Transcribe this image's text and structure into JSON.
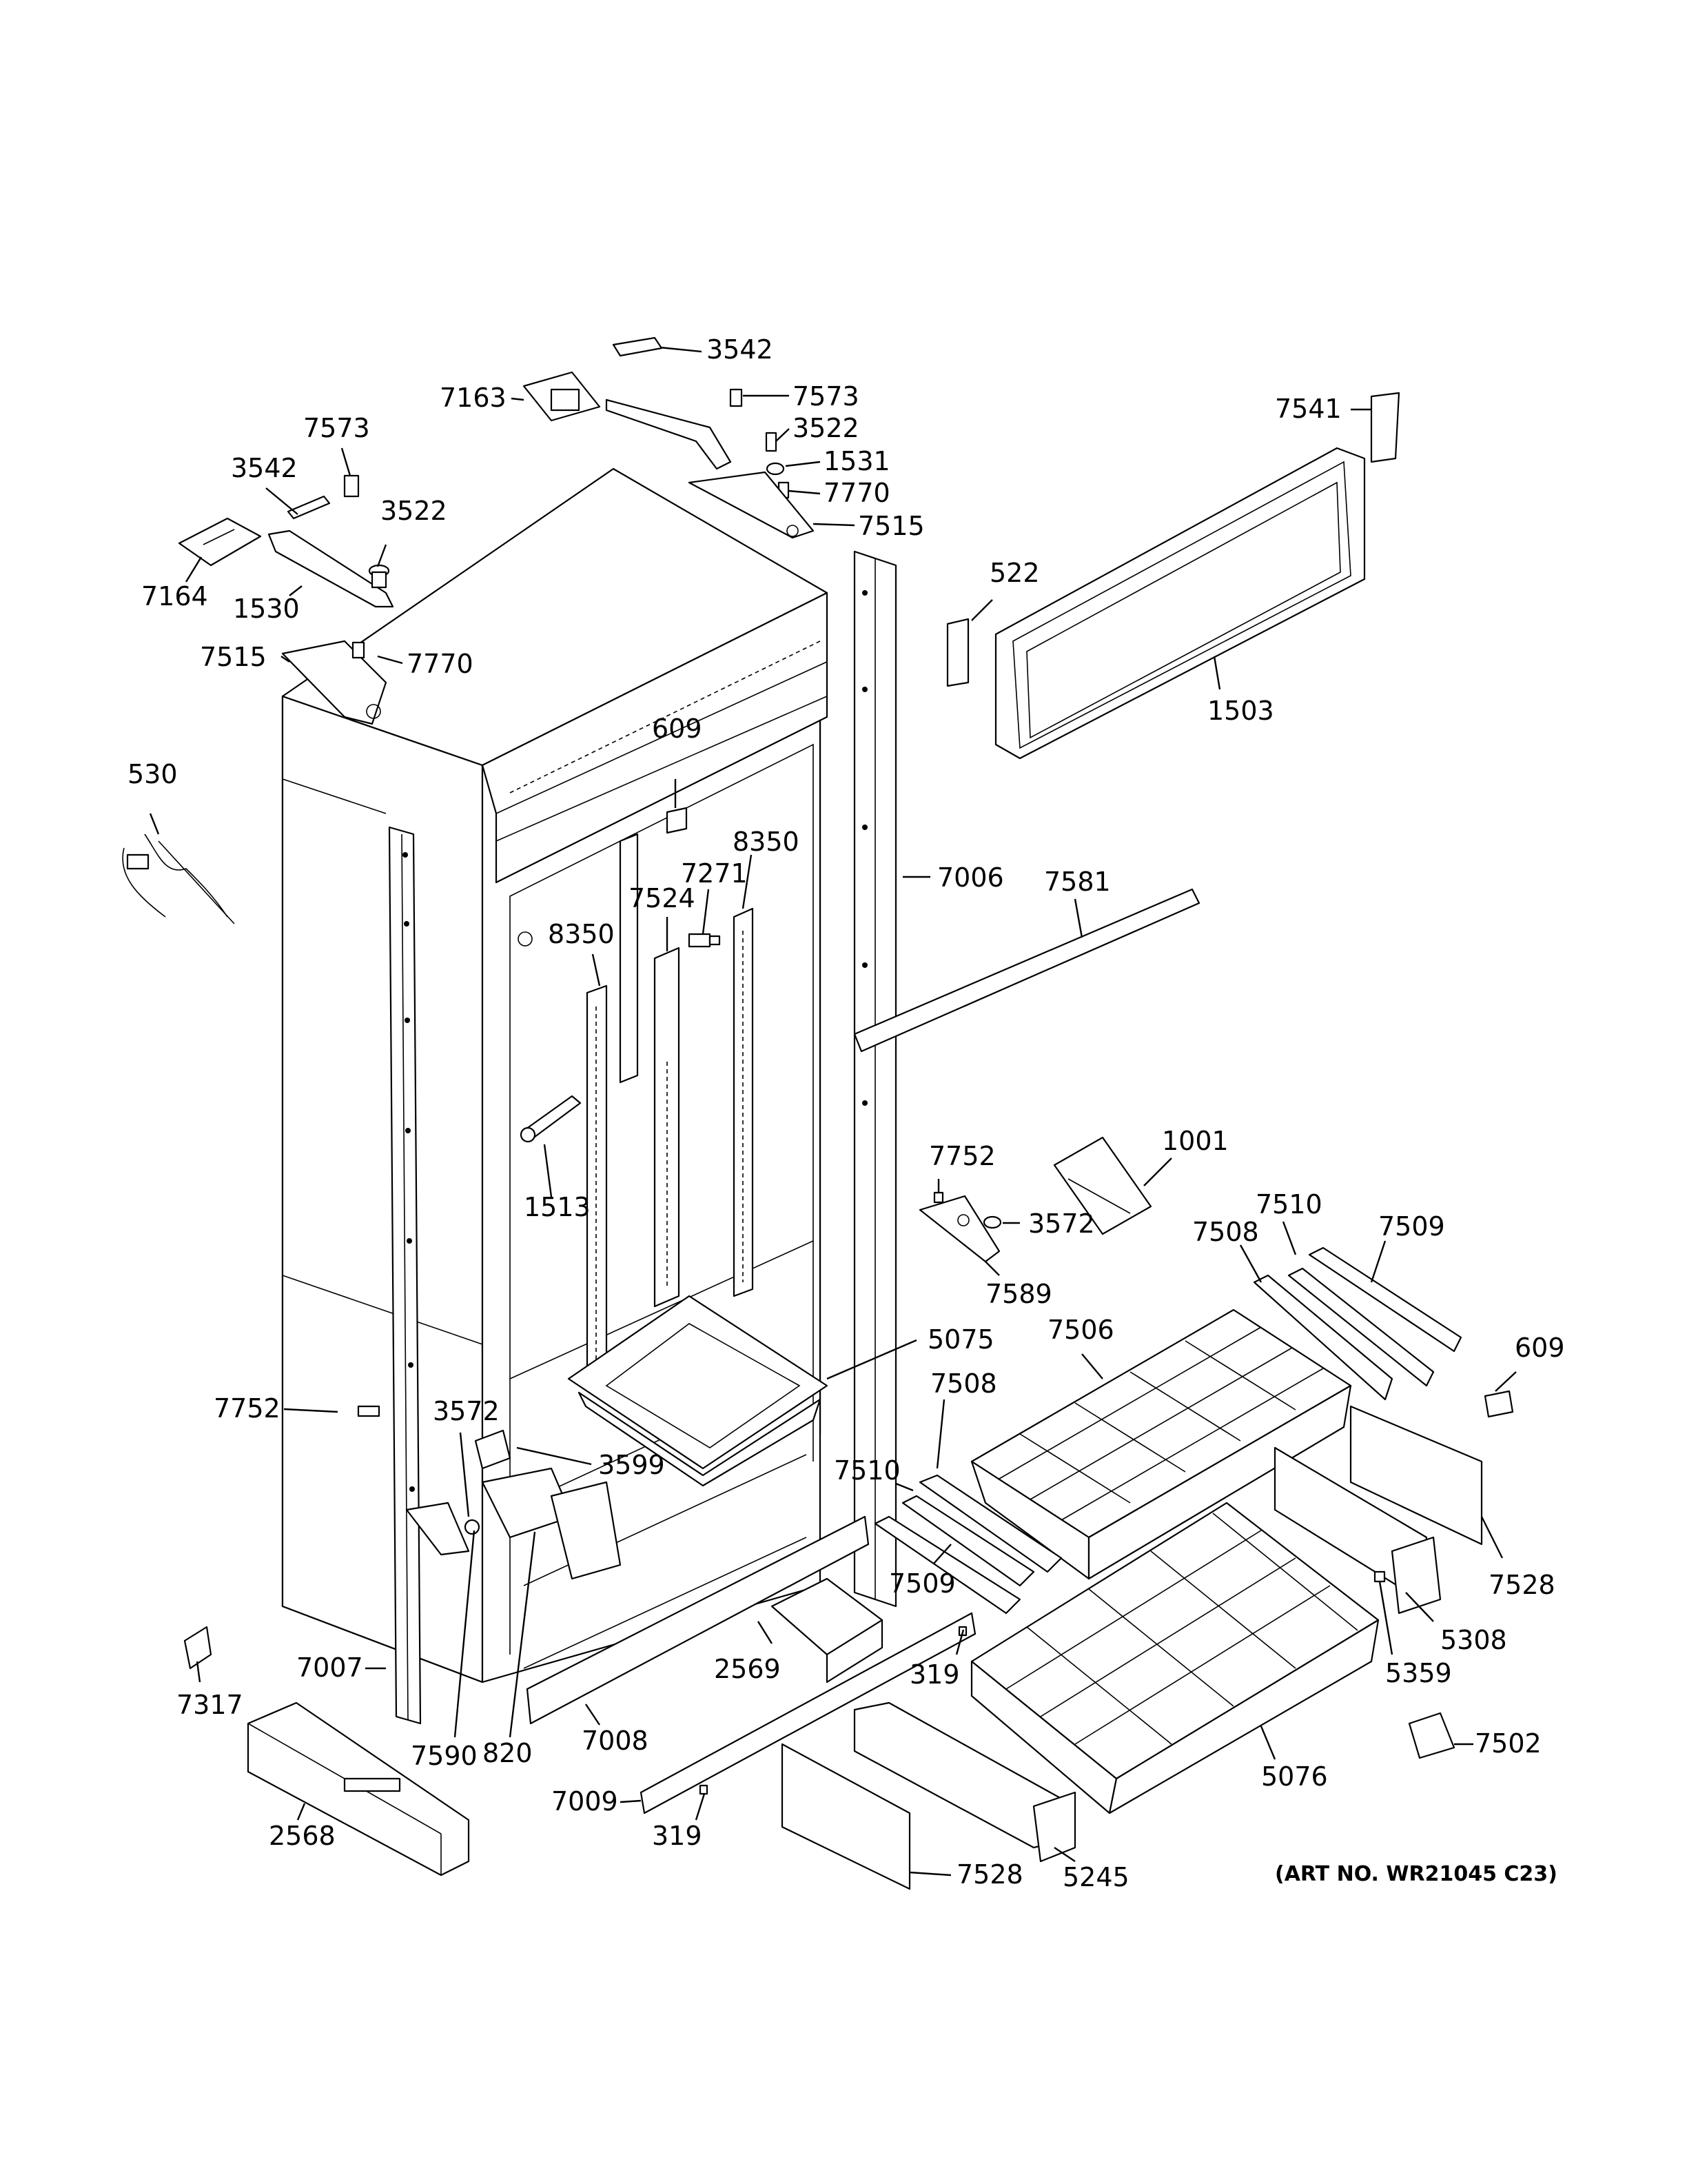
{
  "art_number": "(ART NO. WR21045 C23)",
  "callouts": [
    {
      "id": "c3542a",
      "label": "3542"
    },
    {
      "id": "c7163",
      "label": "7163"
    },
    {
      "id": "c7573a",
      "label": "7573"
    },
    {
      "id": "c3522a",
      "label": "3522"
    },
    {
      "id": "c1531",
      "label": "1531"
    },
    {
      "id": "c7770a",
      "label": "7770"
    },
    {
      "id": "c7515a",
      "label": "7515"
    },
    {
      "id": "c7541",
      "label": "7541"
    },
    {
      "id": "c7573b",
      "label": "7573"
    },
    {
      "id": "c3542b",
      "label": "3542"
    },
    {
      "id": "c3522b",
      "label": "3522"
    },
    {
      "id": "c7164",
      "label": "7164"
    },
    {
      "id": "c1530",
      "label": "1530"
    },
    {
      "id": "c522",
      "label": "522"
    },
    {
      "id": "c7515b",
      "label": "7515"
    },
    {
      "id": "c7770b",
      "label": "7770"
    },
    {
      "id": "c1503",
      "label": "1503"
    },
    {
      "id": "c609a",
      "label": "609"
    },
    {
      "id": "c530",
      "label": "530"
    },
    {
      "id": "c8350a",
      "label": "8350"
    },
    {
      "id": "c7271",
      "label": "7271"
    },
    {
      "id": "c7006",
      "label": "7006"
    },
    {
      "id": "c7581",
      "label": "7581"
    },
    {
      "id": "c7524",
      "label": "7524"
    },
    {
      "id": "c8350b",
      "label": "8350"
    },
    {
      "id": "c1001",
      "label": "1001"
    },
    {
      "id": "c7752a",
      "label": "7752"
    },
    {
      "id": "c1513",
      "label": "1513"
    },
    {
      "id": "c3572a",
      "label": "3572"
    },
    {
      "id": "c7510a",
      "label": "7510"
    },
    {
      "id": "c7509a",
      "label": "7509"
    },
    {
      "id": "c7508a",
      "label": "7508"
    },
    {
      "id": "c7589",
      "label": "7589"
    },
    {
      "id": "c5075",
      "label": "5075"
    },
    {
      "id": "c7506",
      "label": "7506"
    },
    {
      "id": "c609b",
      "label": "609"
    },
    {
      "id": "c7752b",
      "label": "7752"
    },
    {
      "id": "c3572b",
      "label": "3572"
    },
    {
      "id": "c7508b",
      "label": "7508"
    },
    {
      "id": "c3599",
      "label": "3599"
    },
    {
      "id": "c7510b",
      "label": "7510"
    },
    {
      "id": "c7528a",
      "label": "7528"
    },
    {
      "id": "c7509b",
      "label": "7509"
    },
    {
      "id": "c5308",
      "label": "5308"
    },
    {
      "id": "c7007",
      "label": "7007"
    },
    {
      "id": "c2569",
      "label": "2569"
    },
    {
      "id": "c319a",
      "label": "319"
    },
    {
      "id": "c5359",
      "label": "5359"
    },
    {
      "id": "c7317",
      "label": "7317"
    },
    {
      "id": "c7590",
      "label": "7590"
    },
    {
      "id": "c820",
      "label": "820"
    },
    {
      "id": "c7008",
      "label": "7008"
    },
    {
      "id": "c7502",
      "label": "7502"
    },
    {
      "id": "c5076",
      "label": "5076"
    },
    {
      "id": "c7009",
      "label": "7009"
    },
    {
      "id": "c2568",
      "label": "2568"
    },
    {
      "id": "c319b",
      "label": "319"
    },
    {
      "id": "c7528b",
      "label": "7528"
    },
    {
      "id": "c5245",
      "label": "5245"
    }
  ]
}
